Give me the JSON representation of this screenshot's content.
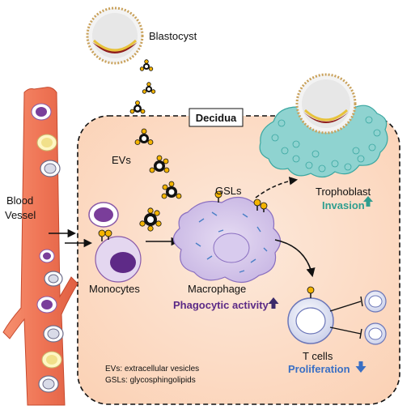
{
  "labels": {
    "blastocyst": "Blastocyst",
    "decidua": "Decidua",
    "evs": "EVs",
    "gsls": "GSLs",
    "trophoblast": "Trophoblast",
    "invasion": "Invasion",
    "blood": "Blood",
    "vessel": "Vessel",
    "monocytes": "Monocytes",
    "macrophage": "Macrophage",
    "phagocytic": "Phagocytic activity",
    "tcells": "T cells",
    "proliferation": "Proliferation"
  },
  "legend": {
    "evs": "EVs: extracellular  vesicles",
    "gsls": "GSLs: glycosphingolipids"
  },
  "colors": {
    "invasion": "#2f9e8f",
    "phagocytic": "#5b2a86",
    "proliferation": "#3a6fc4",
    "vessel": "#ec6d4f",
    "decidua_fill": "#fbd2b6"
  },
  "effects": {
    "invasion": "up",
    "phagocytic": "up",
    "proliferation": "down"
  }
}
